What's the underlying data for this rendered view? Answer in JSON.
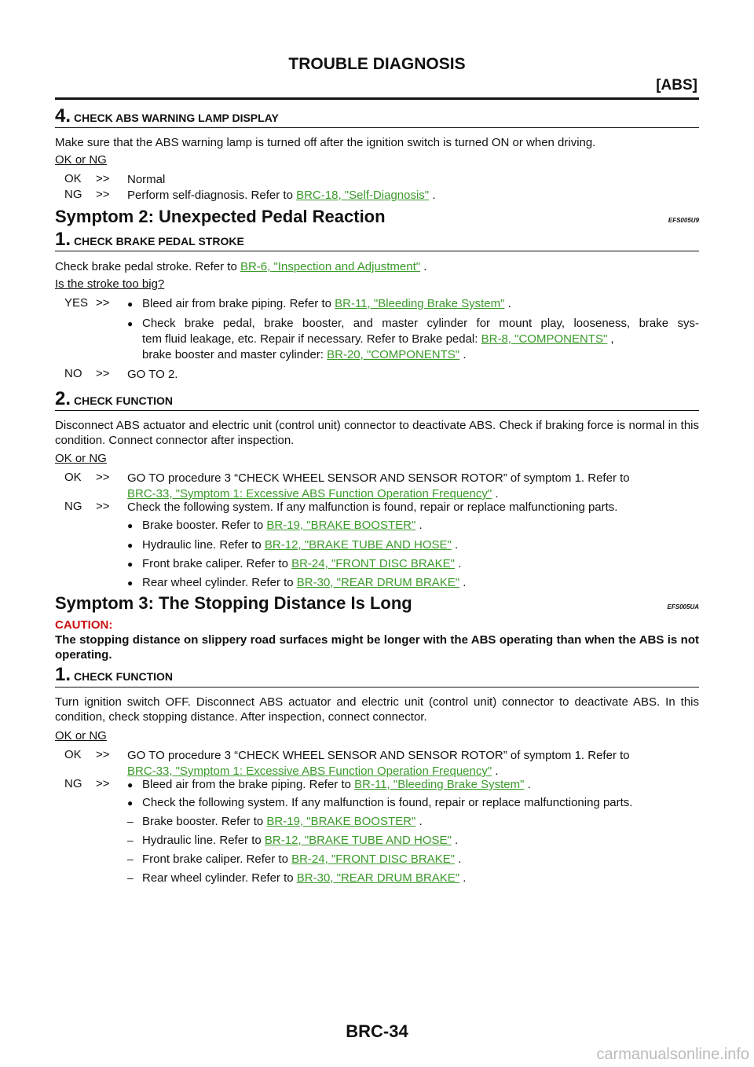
{
  "header": {
    "title": "TROUBLE DIAGNOSIS",
    "section": "[ABS]"
  },
  "links": {
    "self_diag": "BRC-18, \"Self-Diagnosis\"",
    "insp_adj": "BR-6, \"Inspection and Adjustment\"",
    "bleeding": "BR-11, \"Bleeding Brake System\"",
    "comp_br8": "BR-8, \"COMPONENTS\"",
    "comp_br20": "BR-20, \"COMPONENTS\"",
    "symptom1": "BRC-33, \"Symptom 1: Excessive ABS Function Operation Frequency\"",
    "booster": "BR-19, \"BRAKE BOOSTER\"",
    "tube": "BR-12, \"BRAKE TUBE AND HOSE\"",
    "front": "BR-24, \"FRONT DISC BRAKE\"",
    "rear": "BR-30, \"REAR DRUM BRAKE\""
  },
  "step4": {
    "num": "4.",
    "title": "CHECK ABS WARNING LAMP DISPLAY",
    "text": "Make sure that the ABS warning lamp is turned off after the ignition switch is turned ON or when driving.",
    "question": "OK or NG",
    "ok_label": "OK",
    "ok_text": "Normal",
    "ng_label": "NG",
    "ng_text": "Perform self-diagnosis. Refer to"
  },
  "symptom2": {
    "title": "Symptom 2: Unexpected Pedal Reaction",
    "code": "EFS005U9",
    "step1": {
      "num": "1.",
      "title": "CHECK BRAKE PEDAL STROKE",
      "text": "Check brake pedal stroke. Refer to",
      "question": "Is the stroke too big?",
      "yes_label": "YES",
      "yes_b1": "Bleed air from brake piping. Refer to",
      "yes_b2_line1": "Check brake pedal, brake booster, and master cylinder for mount play, looseness, brake sys-",
      "yes_b2_line2": "tem fluid leakage, etc. Repair if necessary. Refer to Brake pedal:",
      "yes_b2_line3": "brake booster and master cylinder:",
      "no_label": "NO",
      "no_text": "GO TO 2."
    },
    "step2": {
      "num": "2.",
      "title": "CHECK FUNCTION",
      "text": "Disconnect ABS actuator and electric unit (control unit) connector to deactivate ABS. Check if braking force is normal in this condition. Connect connector after inspection.",
      "question": "OK or NG",
      "ok_label": "OK",
      "ok_text": "GO TO procedure 3 “CHECK WHEEL SENSOR AND SENSOR ROTOR” of symptom 1. Refer to",
      "ng_label": "NG",
      "ng_text": "Check the following system. If any malfunction is found, repair or replace malfunctioning parts.",
      "items": [
        "Brake booster. Refer to",
        "Hydraulic line. Refer to",
        "Front brake caliper. Refer to",
        "Rear wheel cylinder. Refer to"
      ]
    }
  },
  "symptom3": {
    "title": "Symptom 3: The Stopping Distance Is Long",
    "code": "EFS005UA",
    "caution_label": "CAUTION:",
    "caution_text": "The stopping distance on slippery road surfaces might be longer with the ABS operating than when the ABS is not operating.",
    "step1": {
      "num": "1.",
      "title": "CHECK FUNCTION",
      "text": "Turn ignition switch OFF. Disconnect ABS actuator and electric unit (control unit) connector to deactivate ABS. In this condition, check stopping distance. After inspection, connect connector.",
      "question": "OK or NG",
      "ok_label": "OK",
      "ok_text": "GO TO procedure 3 “CHECK WHEEL SENSOR AND SENSOR ROTOR” of symptom 1. Refer to",
      "ng_label": "NG",
      "ng_b1": "Bleed air from the brake piping. Refer to",
      "ng_b2": "Check the following system. If any malfunction is found, repair or replace malfunctioning parts.",
      "items": [
        "Brake booster. Refer to",
        "Hydraulic line. Refer to",
        "Front brake caliper. Refer to",
        "Rear wheel cylinder. Refer to"
      ]
    }
  },
  "common": {
    "arrow": ">>",
    "period": ".",
    "comma": ",",
    "bullet": "●",
    "dash": "–"
  },
  "footer": {
    "page": "BRC-34",
    "watermark": "carmanualsonline.info"
  }
}
